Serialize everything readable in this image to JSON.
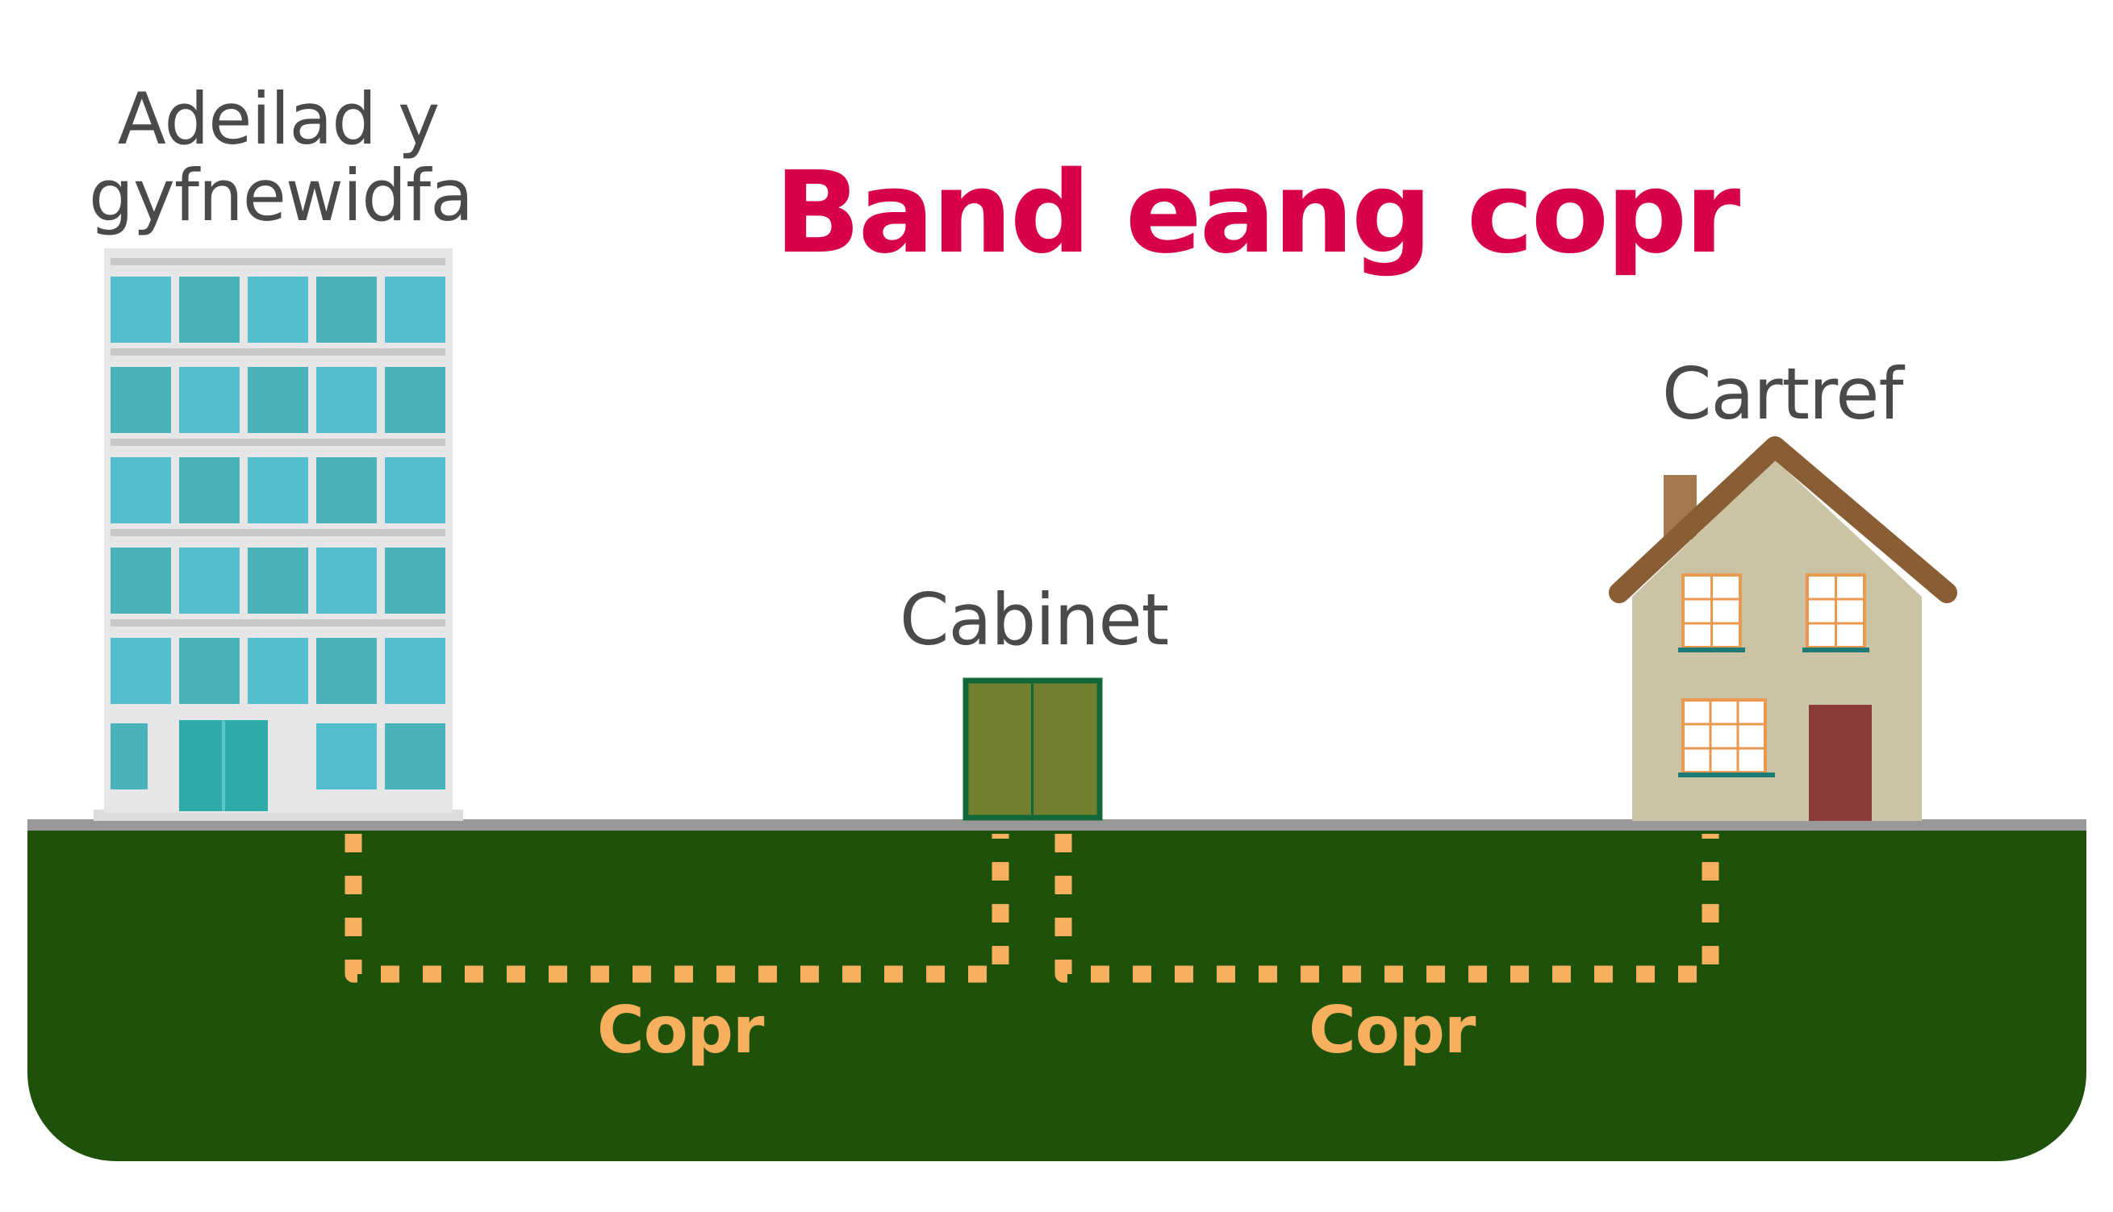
{
  "title": "Band eang copr",
  "nodes": {
    "exchange": {
      "label": "Adeilad y gyfnewidfa",
      "icon": "office-building-icon"
    },
    "cabinet": {
      "label": "Cabinet",
      "icon": "street-cabinet-icon"
    },
    "home": {
      "label": "Cartref",
      "icon": "house-icon"
    }
  },
  "links": [
    {
      "from": "exchange",
      "to": "cabinet",
      "label": "Copr",
      "style": "dotted"
    },
    {
      "from": "cabinet",
      "to": "home",
      "label": "Copr",
      "style": "dotted"
    }
  ],
  "colors": {
    "title": "#d7004b",
    "text": "#4a4a4a",
    "ground": "#1e520b",
    "ground_edge": "#999999",
    "copper": "#f7b05e",
    "cabinet_fill": "#727f2e",
    "cabinet_border": "#13683a",
    "window_a": "#52bfcf",
    "window_b": "#48b3bb",
    "building_wall": "#e6e6e6",
    "house_wall": "#cbc4a4",
    "roof": "#8a5e35",
    "door": "#8a3b38"
  }
}
